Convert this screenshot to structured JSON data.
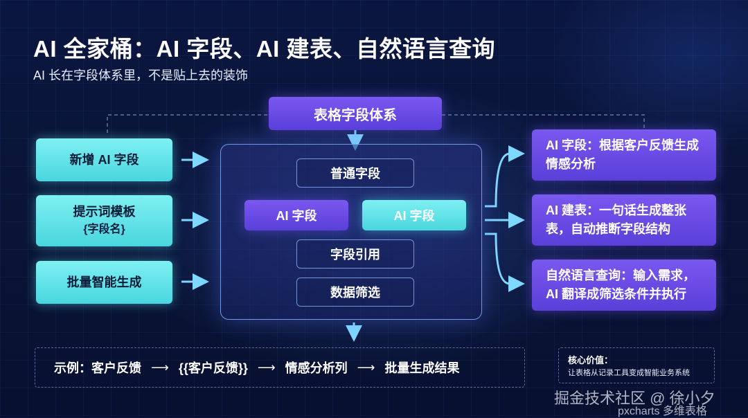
{
  "title": "AI 全家桶：AI 字段、AI 建表、自然语言查询",
  "subtitle": "AI 长在字段体系里，不是贴上去的装饰",
  "top_node": "表格字段体系",
  "left_nodes": [
    {
      "line1": "新增 AI 字段",
      "line2": ""
    },
    {
      "line1": "提示词模板",
      "line2": "{字段名}"
    },
    {
      "line1": "批量智能生成",
      "line2": ""
    }
  ],
  "center_panel": {
    "row1": "普通字段",
    "ai_field_a": "AI 字段",
    "ai_field_b": "AI 字段",
    "row3": "字段引用",
    "row4": "数据筛选"
  },
  "right_nodes": [
    "AI 字段：根据客户反馈生成情感分析",
    "AI 建表：一句话生成整张表，自动推断字段结构",
    "自然语言查询：输入需求，AI 翻译成筛选条件并执行"
  ],
  "example": {
    "label": "示例：客户反馈",
    "step2": "{{客户反馈}}",
    "step3": "情感分析列",
    "step4": "批量生成结果",
    "arrow": "⟶"
  },
  "core_value": {
    "title": "核心价值：",
    "desc": "让表格从记录工具变成智能业务系统"
  },
  "watermark": {
    "line1": "掘金技术社区 @ 徐小夕",
    "line2": "pxcharts 多维表格"
  },
  "colors": {
    "cyan": "#5fe3ea",
    "purple": "#6a4ce6",
    "arrow": "#7fd8ff",
    "background": "#0b1640"
  }
}
